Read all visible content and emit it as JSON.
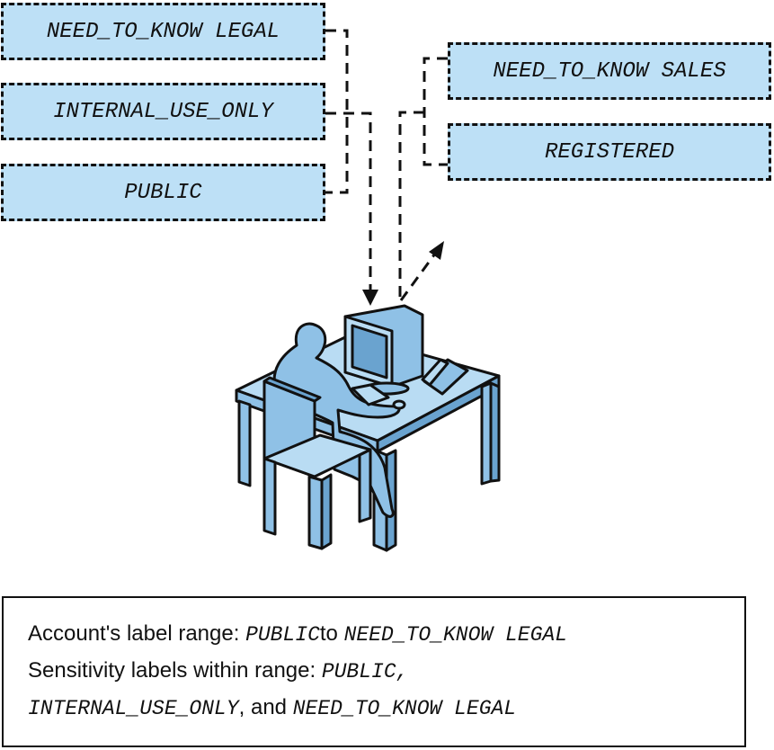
{
  "left_labels": [
    {
      "text": "NEED_TO_KNOW LEGAL"
    },
    {
      "text": "INTERNAL_USE_ONLY"
    },
    {
      "text": "PUBLIC"
    }
  ],
  "right_labels": [
    {
      "text": "NEED_TO_KNOW SALES"
    },
    {
      "text": "REGISTERED"
    }
  ],
  "illustration": {
    "subject": "user-at-workstation",
    "items": [
      "person",
      "chair",
      "desk",
      "monitor",
      "keyboard",
      "mouse",
      "telephone"
    ]
  },
  "colors": {
    "label_fill": "#bde0f6",
    "figure_light": "#b9dcf3",
    "figure_mid": "#8fc1e6",
    "figure_dark": "#6aa3cf",
    "outline": "#111111"
  },
  "info": {
    "line1_prefix": "Account's label range: ",
    "line1_from": "PUBLIC",
    "line1_mid": "to ",
    "line1_to": "NEED_TO_KNOW LEGAL",
    "line2_prefix": "Sensitivity labels within range: ",
    "line2_item1": "PUBLIC,",
    "line3_item2": "INTERNAL_USE_ONLY",
    "line3_mid": ", and ",
    "line3_item3": "NEED_TO_KNOW LEGAL"
  }
}
